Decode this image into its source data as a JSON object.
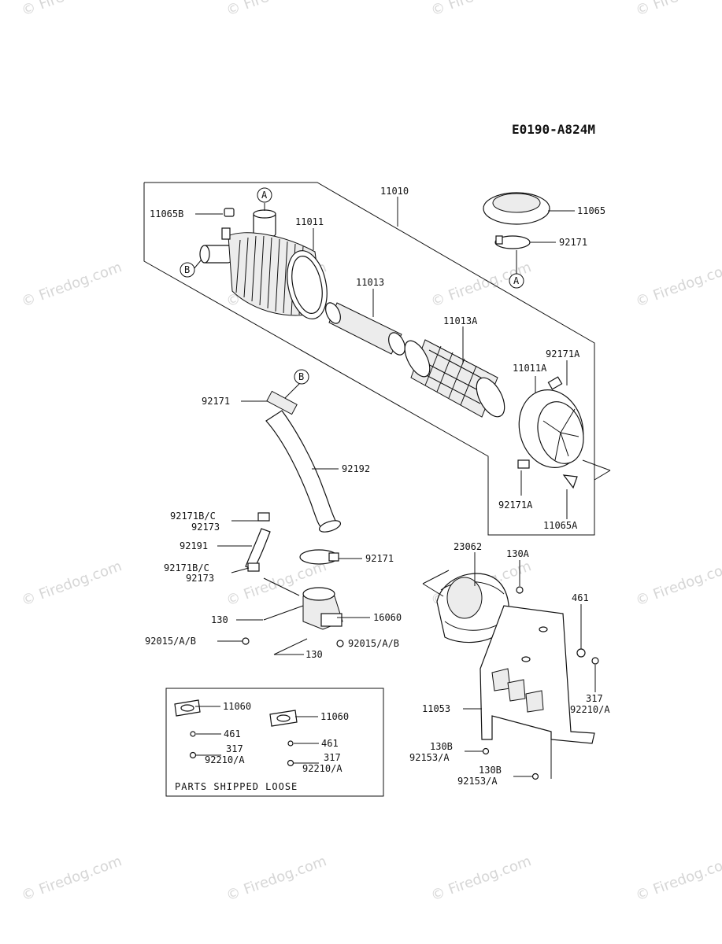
{
  "diagram_code": "E0190-A824M",
  "watermark_text": "© Firedog.com",
  "box_label": "PARTS SHIPPED LOOSE",
  "callouts": {
    "a_top": "A",
    "b_left": "B",
    "a_right": "A",
    "b_hose": "B"
  },
  "parts": {
    "p11010": "11010",
    "p11065B": "11065B",
    "p11011": "11011",
    "p11065": "11065",
    "p92171_top": "92171",
    "p11013": "11013",
    "p11013A": "11013A",
    "p92171A_top": "92171A",
    "p11011A": "11011A",
    "p92171_hose": "92171",
    "p92192": "92192",
    "p92171A_bottom": "92171A",
    "p11065A": "11065A",
    "p92171BC_1": "92171B/C",
    "p92173_1": "92173",
    "p92191": "92191",
    "p92171_clamp": "92171",
    "p92171BC_2": "92171B/C",
    "p92173_2": "92173",
    "p130_1": "130",
    "p16060": "16060",
    "p92015_1": "92015/A/B",
    "p92015_2": "92015/A/B",
    "p130_2": "130",
    "p23062": "23062",
    "p130A": "130A",
    "p461_r": "461",
    "p317_r": "317",
    "p92210A_r": "92210/A",
    "p11053": "11053",
    "p130B_1": "130B",
    "p92153A_1": "92153/A",
    "p130B_2": "130B",
    "p92153A_2": "92153/A",
    "box_11060_1": "11060",
    "box_461_1": "461",
    "box_317_1": "317",
    "box_92210A_1": "92210/A",
    "box_11060_2": "11060",
    "box_461_2": "461",
    "box_317_2": "317",
    "box_92210A_2": "92210/A"
  }
}
